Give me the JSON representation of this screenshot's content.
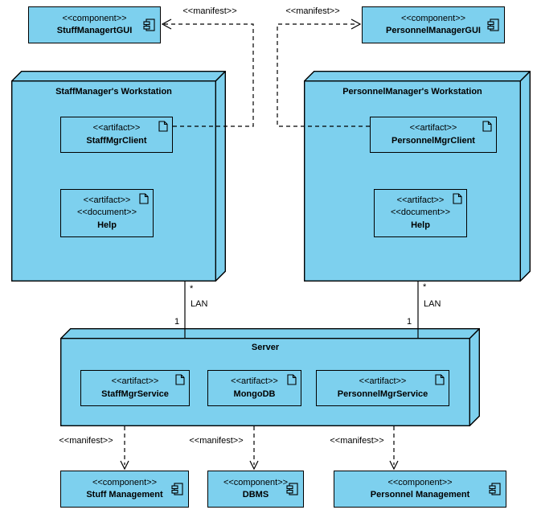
{
  "colors": {
    "shape_fill": "#7DD0EE",
    "shape_border": "#000000",
    "background": "#FFFFFF"
  },
  "top_components": {
    "stuff_manager_gui": {
      "stereotype": "<<component>>",
      "name": "StuffManagertGUI"
    },
    "personnel_manager_gui": {
      "stereotype": "<<component>>",
      "name": "PersonnelManagerGUI"
    }
  },
  "nodes": {
    "staff_workstation": {
      "title": "StaffManager's Workstation",
      "artifacts": {
        "client": {
          "stereotype": "<<artifact>>",
          "name": "StaffMgrClient"
        },
        "help": {
          "stereotype": "<<artifact>>",
          "stereotype2": "<<document>>",
          "name": "Help"
        }
      }
    },
    "personnel_workstation": {
      "title": "PersonnelManager's Workstation",
      "artifacts": {
        "client": {
          "stereotype": "<<artifact>>",
          "name": "PersonnelMgrClient"
        },
        "help": {
          "stereotype": "<<artifact>>",
          "stereotype2": "<<document>>",
          "name": "Help"
        }
      }
    },
    "server": {
      "title": "Server",
      "artifacts": {
        "staff_service": {
          "stereotype": "<<artifact>>",
          "name": "StaffMgrService"
        },
        "mongodb": {
          "stereotype": "<<artifact>>",
          "name": "MongoDB"
        },
        "personnel_service": {
          "stereotype": "<<artifact>>",
          "name": "PersonnelMgrService"
        }
      }
    }
  },
  "bottom_components": {
    "stuff_management": {
      "stereotype": "<<component>>",
      "name": "Stuff Management"
    },
    "dbms": {
      "stereotype": "<<component>>",
      "name": "DBMS"
    },
    "personnel_management": {
      "stereotype": "<<component>>",
      "name": "Personnel Management"
    }
  },
  "connections": {
    "manifest_label": "<<manifest>>",
    "lan_left": {
      "label": "LAN",
      "mult_top": "*",
      "mult_bottom": "1"
    },
    "lan_right": {
      "label": "LAN",
      "mult_top": "*",
      "mult_bottom": "1"
    }
  }
}
